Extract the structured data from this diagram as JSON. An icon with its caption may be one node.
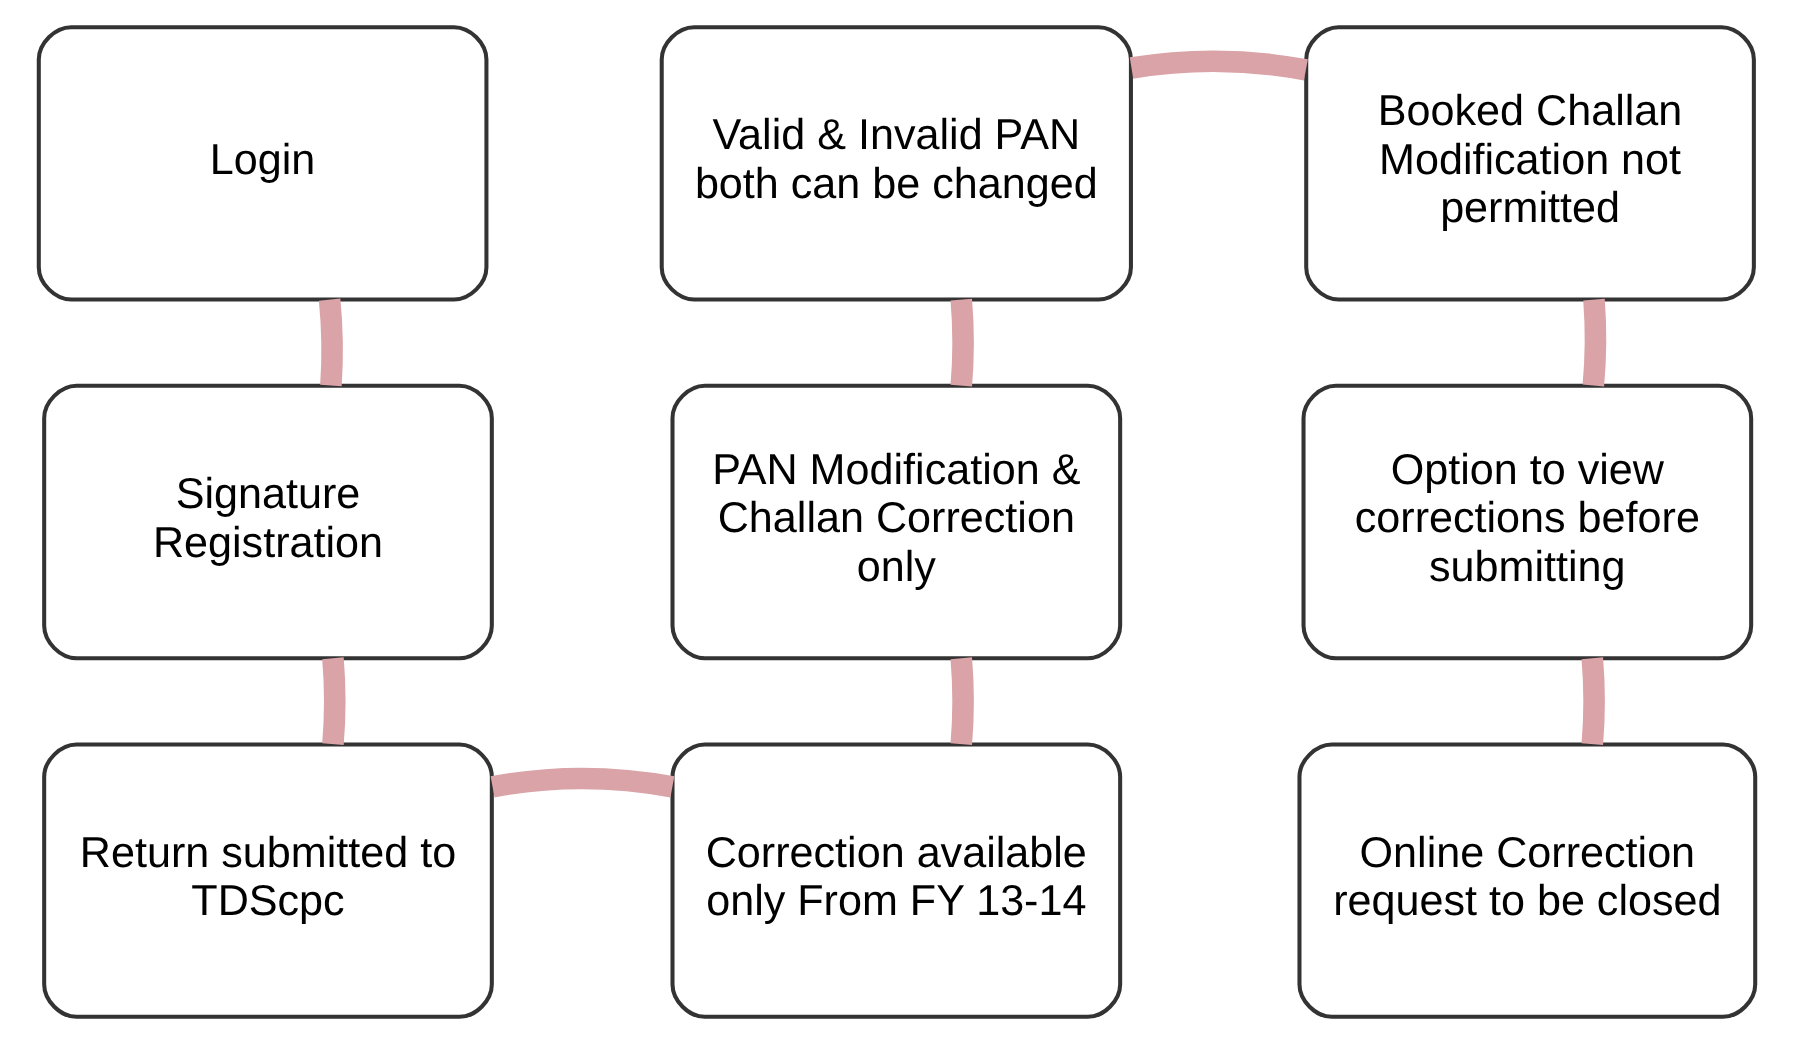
{
  "diagram": {
    "nodes": [
      {
        "text": [
          "Login"
        ]
      },
      {
        "text": [
          "Signature Registration"
        ]
      },
      {
        "text": [
          "Return submitted to TDScpc"
        ]
      },
      {
        "text": [
          "Correction available only From FY 13-14"
        ]
      },
      {
        "text": [
          "PAN Modification & Challan Correction only"
        ]
      },
      {
        "text": [
          "Valid & Invalid PAN both can be changed"
        ]
      },
      {
        "text": [
          "Booked Challan Modification not permitted"
        ]
      },
      {
        "text": [
          "Option to view corrections before submitting"
        ]
      },
      {
        "text": [
          "Online Correction request to be closed"
        ]
      }
    ],
    "edges": [
      {
        "from": 0,
        "to": 1,
        "arrow": "none"
      },
      {
        "from": 1,
        "to": 2,
        "arrow": "none"
      },
      {
        "from": 2,
        "to": 3,
        "arrow": "none"
      },
      {
        "from": 3,
        "to": 4,
        "arrow": "none"
      },
      {
        "from": 4,
        "to": 5,
        "arrow": "none"
      },
      {
        "from": 5,
        "to": 6,
        "arrow": "none"
      },
      {
        "from": 6,
        "to": 7,
        "arrow": "none"
      },
      {
        "from": 7,
        "to": 8,
        "arrow": "none"
      }
    ]
  }
}
